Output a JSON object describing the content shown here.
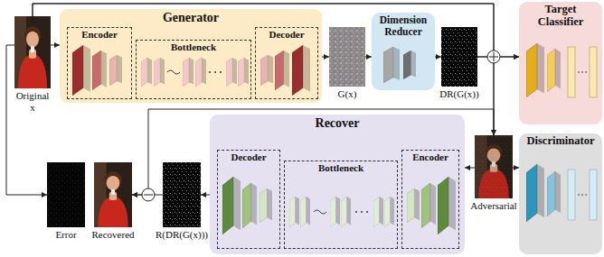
{
  "diagram": {
    "nodes": [
      {
        "text": [
          "Original x"
        ]
      },
      {
        "text": [
          "Generator"
        ]
      },
      {
        "text": [
          "Encoder"
        ],
        "in": 1
      },
      {
        "text": [
          "Bottleneck"
        ],
        "in": 1
      },
      {
        "text": [
          "Decoder"
        ],
        "in": 1
      },
      {
        "text": [
          "G(x)"
        ]
      },
      {
        "text": [
          "Dimension Reducer"
        ]
      },
      {
        "text": [
          "DR(G(x))"
        ]
      },
      {
        "text": [
          "Target Classifier"
        ]
      },
      {
        "text": [
          "Adversarial"
        ]
      },
      {
        "text": [
          "Discriminator"
        ]
      },
      {
        "text": [
          "Recover"
        ]
      },
      {
        "text": [
          "Decoder"
        ],
        "in": 11
      },
      {
        "text": [
          "Bottleneck"
        ],
        "in": 11
      },
      {
        "text": [
          "Encoder"
        ],
        "in": 11
      },
      {
        "text": [
          "R(DR(G(x)))"
        ]
      },
      {
        "text": [
          "Recovered"
        ]
      },
      {
        "text": [
          "Error"
        ]
      }
    ],
    "edges": [
      {
        "from": 0,
        "to": 1,
        "arrow": "to"
      },
      {
        "from": 1,
        "to": 5,
        "arrow": "to"
      },
      {
        "from": 5,
        "to": 6,
        "arrow": "to"
      },
      {
        "from": 6,
        "to": 7,
        "arrow": "to"
      },
      {
        "from": 7,
        "to": 9,
        "arrow": "to"
      },
      {
        "from": 0,
        "to": 9,
        "arrow": "to"
      },
      {
        "from": 0,
        "to": 8,
        "arrow": "to"
      },
      {
        "from": 7,
        "to": 8,
        "arrow": "to"
      },
      {
        "from": 9,
        "to": 11,
        "arrow": "to"
      },
      {
        "from": 9,
        "to": 10,
        "arrow": "to"
      },
      {
        "from": 11,
        "to": 15,
        "arrow": "to"
      },
      {
        "from": 15,
        "to": 16,
        "arrow": "to"
      },
      {
        "from": 9,
        "to": 16,
        "arrow": "to"
      },
      {
        "from": 0,
        "to": 17,
        "arrow": "to"
      }
    ]
  }
}
